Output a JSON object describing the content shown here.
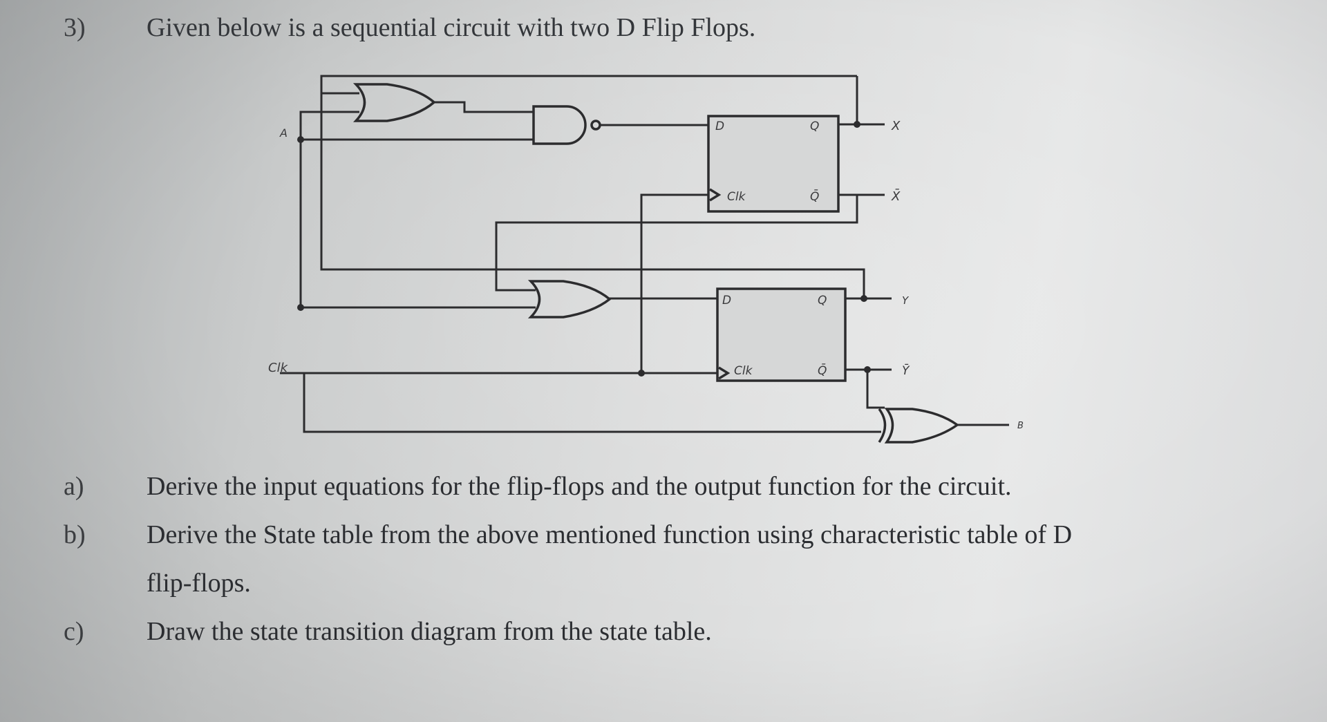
{
  "question": {
    "number": "3)",
    "heading": "Given below is a sequential circuit with two D Flip Flops."
  },
  "circuit": {
    "input_a": "A",
    "input_clk": "Clk",
    "ff1": {
      "d": "D",
      "clk": "Clk",
      "q": "Q",
      "qbar": "Q̄"
    },
    "ff2": {
      "d": "D",
      "clk": "Clk",
      "q": "Q",
      "qbar": "Q̄"
    },
    "out_x": "X",
    "out_xbar": "X̄",
    "out_y": "Y",
    "out_ybar": "Ȳ",
    "out_b": "B"
  },
  "parts": [
    {
      "label": "a)",
      "lines": [
        "Derive the input equations for the flip-flops and the output function for the circuit."
      ]
    },
    {
      "label": "b)",
      "lines": [
        "Derive the State table from the above mentioned function using characteristic table of D",
        "flip-flops."
      ]
    },
    {
      "label": "c)",
      "lines": [
        "Draw the state transition diagram from the state table."
      ]
    }
  ]
}
